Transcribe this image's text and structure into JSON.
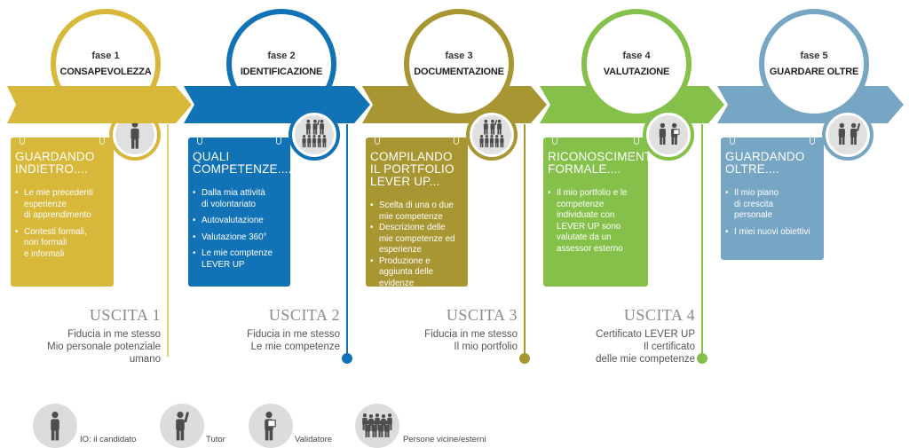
{
  "colors": {
    "phase1": "#d7b83a",
    "phase2": "#1272b6",
    "phase3": "#a89632",
    "phase4": "#85c14a",
    "phase5": "#77a5c4",
    "icon": "#4d4d4d"
  },
  "phases": [
    {
      "fase": "fase 1",
      "title": "CONSAPEVOLEZZA",
      "card_head": [
        "GUARDANDO",
        "INDIETRO...."
      ],
      "bullets": [
        [
          "Le mie precedenti",
          "esperienze",
          "di apprendimento"
        ],
        [
          "Contesti formali,",
          "non formali",
          "e informali"
        ]
      ],
      "icon": "person-icon",
      "uscita": {
        "title": "USCITA 1",
        "lines": [
          "Fiducia in me stesso",
          "Mio personale potenziale",
          "umano"
        ]
      }
    },
    {
      "fase": "fase 2",
      "title": "IDENTIFICAZIONE",
      "card_head": [
        "QUALI",
        "COMPETENZE...."
      ],
      "bullets": [
        [
          "Dalla mia attività",
          "di volontariato"
        ],
        [
          "Autovalutazione"
        ],
        [
          "Valutazione 360°"
        ],
        [
          "Le mie comptenze",
          "LEVER UP"
        ]
      ],
      "icon": "group-icon",
      "uscita": {
        "title": "USCITA 2",
        "lines": [
          "Fiducia in me stesso",
          "Le mie competenze"
        ]
      }
    },
    {
      "fase": "fase 3",
      "title": "DOCUMENTAZIONE",
      "card_head": [
        "COMPILANDO",
        "IL PORTFOLIO",
        "LEVER UP..."
      ],
      "bullets": [
        [
          "Scelta di una o due",
          "mie competenze"
        ],
        [
          "Descrizione delle",
          "mie competenze ed",
          "esperienze"
        ],
        [
          "Produzione e",
          "aggiunta delle",
          "evidenze"
        ]
      ],
      "icon": "group-icon",
      "uscita": {
        "title": "USCITA 3",
        "lines": [
          "Fiducia in me stesso",
          "Il mio portfolio"
        ]
      }
    },
    {
      "fase": "fase 4",
      "title": "VALUTAZIONE",
      "card_head": [
        "RICONOSCIMENTO",
        "FORMALE...."
      ],
      "bullets": [
        [
          "Il mio portfolio e le",
          "competenze",
          "individuate con",
          "LEVER UP sono",
          "valutate da un",
          "assessor esterno"
        ]
      ],
      "icon": "candidate-validator-icon",
      "uscita": {
        "title": "USCITA 4",
        "lines": [
          "Certificato LEVER UP",
          "Il certificato",
          "delle mie competenze"
        ]
      }
    },
    {
      "fase": "fase 5",
      "title": "GUARDARE OLTRE",
      "card_head": [
        "GUARDANDO",
        "OLTRE...."
      ],
      "bullets": [
        [
          "Il mio piano",
          "di crescita",
          "personale"
        ],
        [
          "I miei nuovi obiettivi"
        ]
      ],
      "icon": "candidate-tutor-icon",
      "uscita": null
    }
  ],
  "legend": [
    {
      "icon": "candidate-icon",
      "label": "IO:  il candidato"
    },
    {
      "icon": "tutor-icon",
      "label": "Tutor"
    },
    {
      "icon": "validator-icon",
      "label": "Validatore"
    },
    {
      "icon": "people-icon",
      "label": "Persone vicine/esterni"
    }
  ]
}
